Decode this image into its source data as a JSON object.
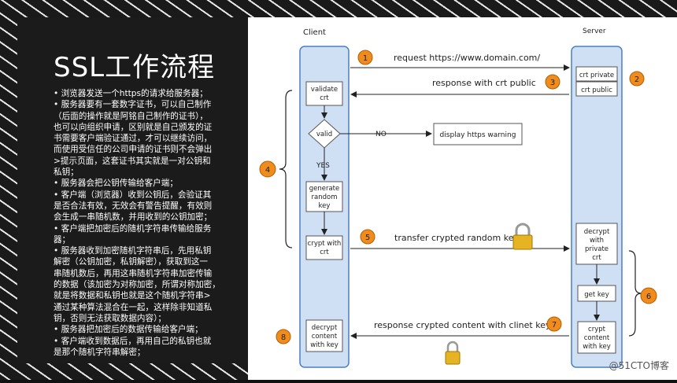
{
  "title": "SSL工作流程",
  "description_lines": [
    "• 浏览器发送一个https的请求给服务器；",
    "• 服务器要有一套数字证书，可以自己制作",
    "（后面的操作就是阿铭自己制作的证书），",
    "也可以向组织申请，区别就是自己颁发的证",
    "书需要客户端验证通过，才可以继续访问，",
    "而使用受信任的公司申请的证书则不会弹出",
    ">提示页面，这套证书其实就是一对公钥和",
    "私钥；",
    "• 服务器会把公钥传输给客户端；",
    "• 客户端（浏览器）收到公钥后，会验证其",
    "是否合法有效，无效会有警告提醒，有效则",
    "会生成一串随机数，并用收到的公钥加密；",
    "• 客户端把加密后的随机字符串传输给服务",
    "器；",
    "• 服务器收到加密随机字符串后，先用私钥",
    "解密（公钥加密，私钥解密），获取到这一",
    "串随机数后，再用这串随机字符串加密传输",
    "的数据（该加密为对称加密，所谓对称加密，",
    "就是将数据和私钥也就是这个随机字符串>",
    "通过某种算法混合在一起，这样除非知道私",
    "钥，否则无法获取数据内容）；",
    "• 服务器把加密后的数据传输给客户端；",
    "• 客户端收到数据后，再用自己的私钥也就",
    "是那个随机字符串解密；"
  ],
  "diagram": {
    "client_label": "Client",
    "server_label": "Server",
    "steps": {
      "s1": "1",
      "s2": "2",
      "s3": "3",
      "s4": "4",
      "s5": "5",
      "s6": "6",
      "s7": "7",
      "s8": "8"
    },
    "messages": {
      "request": "request https://www.domain.com/",
      "response": "response with crt public",
      "transfer": "transfer crypted random key",
      "content": "response crypted content with clinet key"
    },
    "client_boxes": {
      "validate": [
        "validate",
        "crt"
      ],
      "valid": "valid",
      "generate": [
        "generate",
        "random",
        "key"
      ],
      "crypt": [
        "crypt with",
        "crt"
      ],
      "decrypt": [
        "decrypt",
        "content",
        "with key"
      ]
    },
    "decision": {
      "no": "NO",
      "yes": "YES",
      "warning": "display https warning"
    },
    "server_boxes": {
      "private": "crt private",
      "public": "crt public",
      "decrypt": [
        "decrypt",
        "with",
        "private",
        "crt"
      ],
      "getkey": "get key",
      "cryptcontent": [
        "crypt",
        "content",
        "with key"
      ]
    }
  },
  "watermark": "@51CTO博客",
  "colors": {
    "lane_fill": "#cfe0f5",
    "lane_stroke": "#4a7fc1",
    "step_fill": "#f08c1e"
  }
}
